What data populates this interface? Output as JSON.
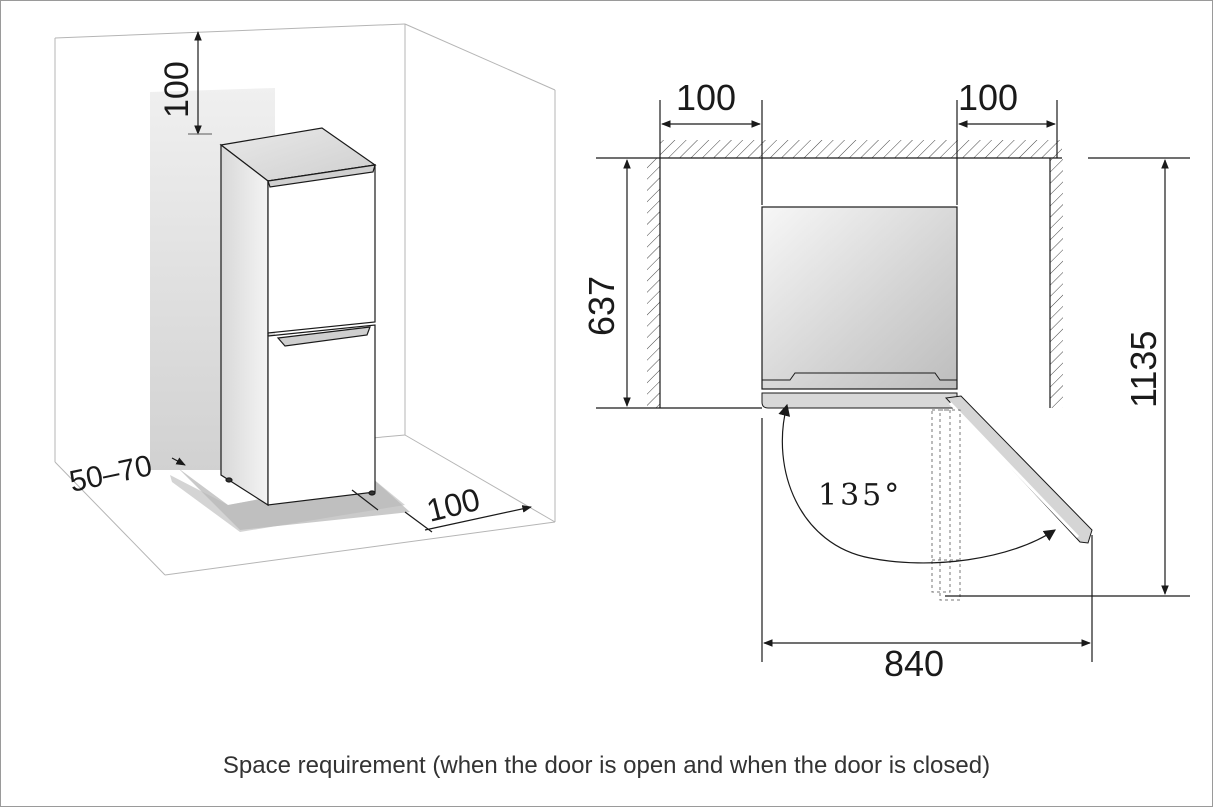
{
  "perspective_view": {
    "clearance_top": "100",
    "clearance_back": "50–70",
    "clearance_side": "100"
  },
  "plan_view": {
    "clearance_left": "100",
    "clearance_right": "100",
    "depth_closed": "637",
    "depth_open": "1135",
    "door_angle": "135°",
    "width_open": "840"
  },
  "caption": "Space requirement (when the door is open and when the door is closed)"
}
